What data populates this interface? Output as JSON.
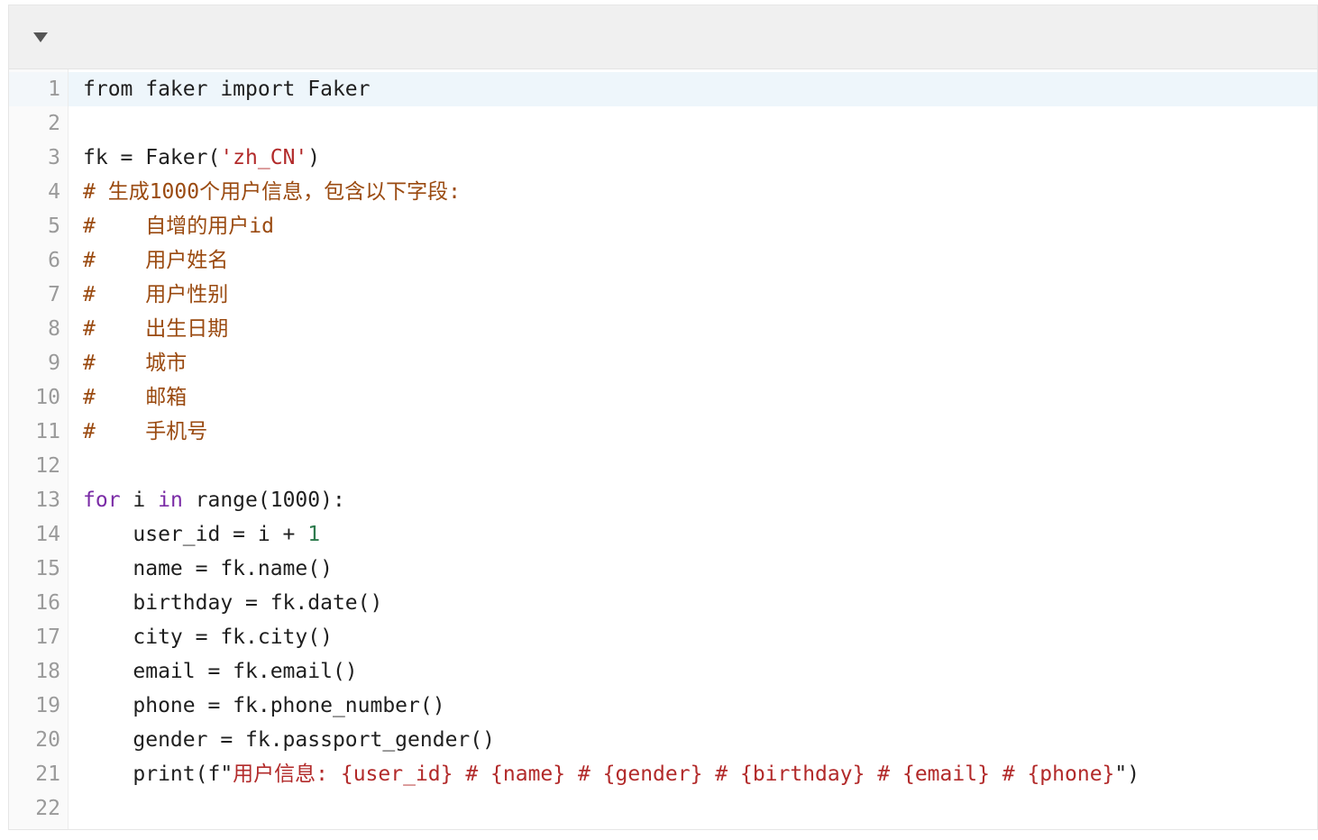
{
  "toolbar": {
    "collapse_icon": "caret-down-icon"
  },
  "lines": [
    {
      "n": "1",
      "tokens": [
        {
          "t": "from faker import Faker",
          "c": ""
        }
      ]
    },
    {
      "n": "2",
      "tokens": []
    },
    {
      "n": "3",
      "tokens": [
        {
          "t": "fk = Faker(",
          "c": ""
        },
        {
          "t": "'zh_CN'",
          "c": "str"
        },
        {
          "t": ")",
          "c": ""
        }
      ]
    },
    {
      "n": "4",
      "tokens": [
        {
          "t": "# 生成1000个用户信息，包含以下字段:",
          "c": "cmt"
        }
      ]
    },
    {
      "n": "5",
      "tokens": [
        {
          "t": "#    自增的用户id",
          "c": "cmt"
        }
      ]
    },
    {
      "n": "6",
      "tokens": [
        {
          "t": "#    用户姓名",
          "c": "cmt"
        }
      ]
    },
    {
      "n": "7",
      "tokens": [
        {
          "t": "#    用户性别",
          "c": "cmt"
        }
      ]
    },
    {
      "n": "8",
      "tokens": [
        {
          "t": "#    出生日期",
          "c": "cmt"
        }
      ]
    },
    {
      "n": "9",
      "tokens": [
        {
          "t": "#    城市",
          "c": "cmt"
        }
      ]
    },
    {
      "n": "10",
      "tokens": [
        {
          "t": "#    邮箱",
          "c": "cmt"
        }
      ]
    },
    {
      "n": "11",
      "tokens": [
        {
          "t": "#    手机号",
          "c": "cmt"
        }
      ]
    },
    {
      "n": "12",
      "tokens": []
    },
    {
      "n": "13",
      "tokens": [
        {
          "t": "for",
          "c": "kw"
        },
        {
          "t": " i ",
          "c": ""
        },
        {
          "t": "in",
          "c": "kw"
        },
        {
          "t": " range(1000):",
          "c": ""
        }
      ]
    },
    {
      "n": "14",
      "tokens": [
        {
          "t": "    user_id = i + ",
          "c": ""
        },
        {
          "t": "1",
          "c": "num"
        }
      ]
    },
    {
      "n": "15",
      "tokens": [
        {
          "t": "    name = fk.name()",
          "c": ""
        }
      ]
    },
    {
      "n": "16",
      "tokens": [
        {
          "t": "    birthday = fk.date()",
          "c": ""
        }
      ]
    },
    {
      "n": "17",
      "tokens": [
        {
          "t": "    city = fk.city()",
          "c": ""
        }
      ]
    },
    {
      "n": "18",
      "tokens": [
        {
          "t": "    email = fk.email()",
          "c": ""
        }
      ]
    },
    {
      "n": "19",
      "tokens": [
        {
          "t": "    phone = fk.phone_number()",
          "c": ""
        }
      ]
    },
    {
      "n": "20",
      "tokens": [
        {
          "t": "    gender = fk.passport_gender()",
          "c": ""
        }
      ]
    },
    {
      "n": "21",
      "tokens": [
        {
          "t": "    print(f\"",
          "c": ""
        },
        {
          "t": "用户信息: {user_id} # {name} # {gender} # {birthday} # {email} # {phone}",
          "c": "str"
        },
        {
          "t": "\")",
          "c": ""
        }
      ]
    },
    {
      "n": "22",
      "tokens": []
    }
  ],
  "colors": {
    "keyword": "#7a2ba6",
    "string": "#b22a2a",
    "number": "#2d7a4d",
    "comment": "#9a4a10"
  }
}
